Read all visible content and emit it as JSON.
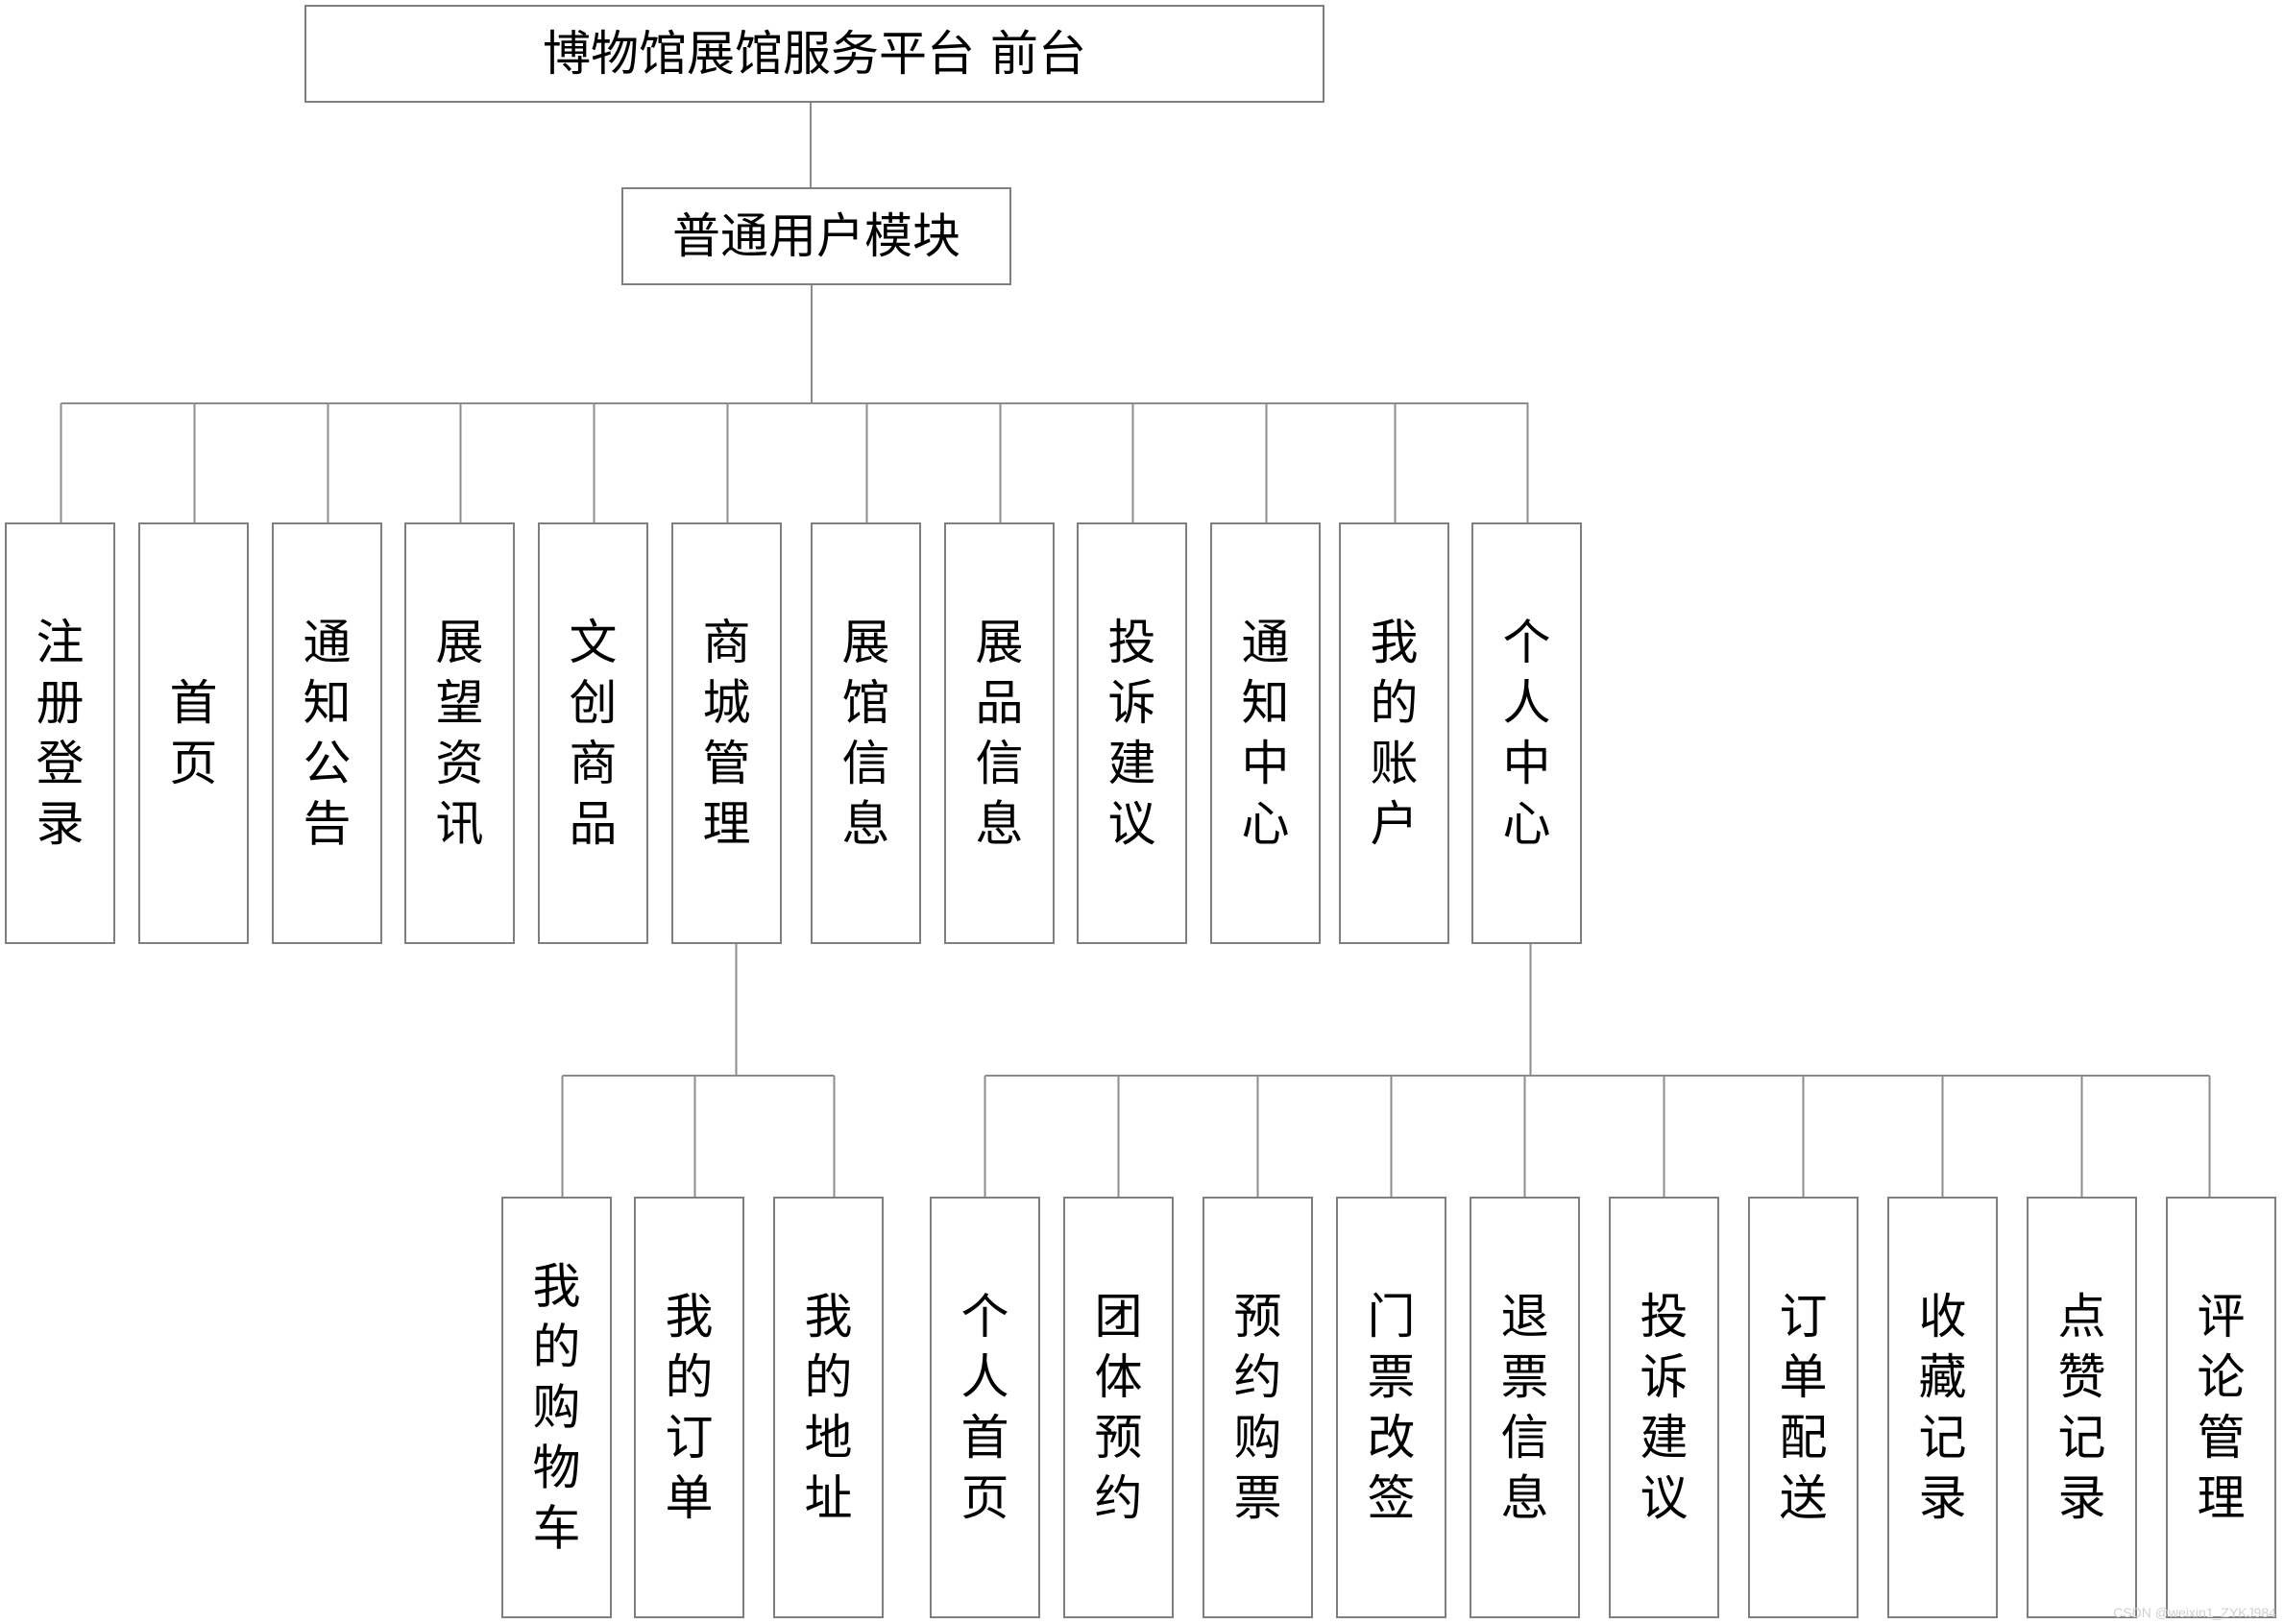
{
  "root": {
    "label": "博物馆展馆服务平台  前台"
  },
  "module": {
    "label": "普通用户模块"
  },
  "level2": [
    {
      "id": "register",
      "label": "注册登录"
    },
    {
      "id": "home",
      "label": "首页"
    },
    {
      "id": "notice",
      "label": "通知公告"
    },
    {
      "id": "news",
      "label": "展望资讯"
    },
    {
      "id": "creative",
      "label": "文创商品"
    },
    {
      "id": "mall",
      "label": "商城管理"
    },
    {
      "id": "venue",
      "label": "展馆信息"
    },
    {
      "id": "exhibit",
      "label": "展品信息"
    },
    {
      "id": "complaint",
      "label": "投诉建议"
    },
    {
      "id": "msgcenter",
      "label": "通知中心"
    },
    {
      "id": "account",
      "label": "我的账户"
    },
    {
      "id": "personal",
      "label": "个人中心"
    }
  ],
  "mall_children": [
    {
      "id": "cart",
      "label": "我的购物车"
    },
    {
      "id": "orders",
      "label": "我的订单"
    },
    {
      "id": "address",
      "label": "我的地址"
    }
  ],
  "personal_children": [
    {
      "id": "profile",
      "label": "个人首页"
    },
    {
      "id": "group",
      "label": "团体预约"
    },
    {
      "id": "ticket",
      "label": "预约购票"
    },
    {
      "id": "change",
      "label": "门票改签"
    },
    {
      "id": "refund",
      "label": "退票信息"
    },
    {
      "id": "complaint2",
      "label": "投诉建议"
    },
    {
      "id": "delivery",
      "label": "订单配送"
    },
    {
      "id": "favorite",
      "label": "收藏记录"
    },
    {
      "id": "like",
      "label": "点赞记录"
    },
    {
      "id": "comment",
      "label": "评论管理"
    }
  ],
  "watermark": "CSDN @weixin1_ZYKJ984"
}
